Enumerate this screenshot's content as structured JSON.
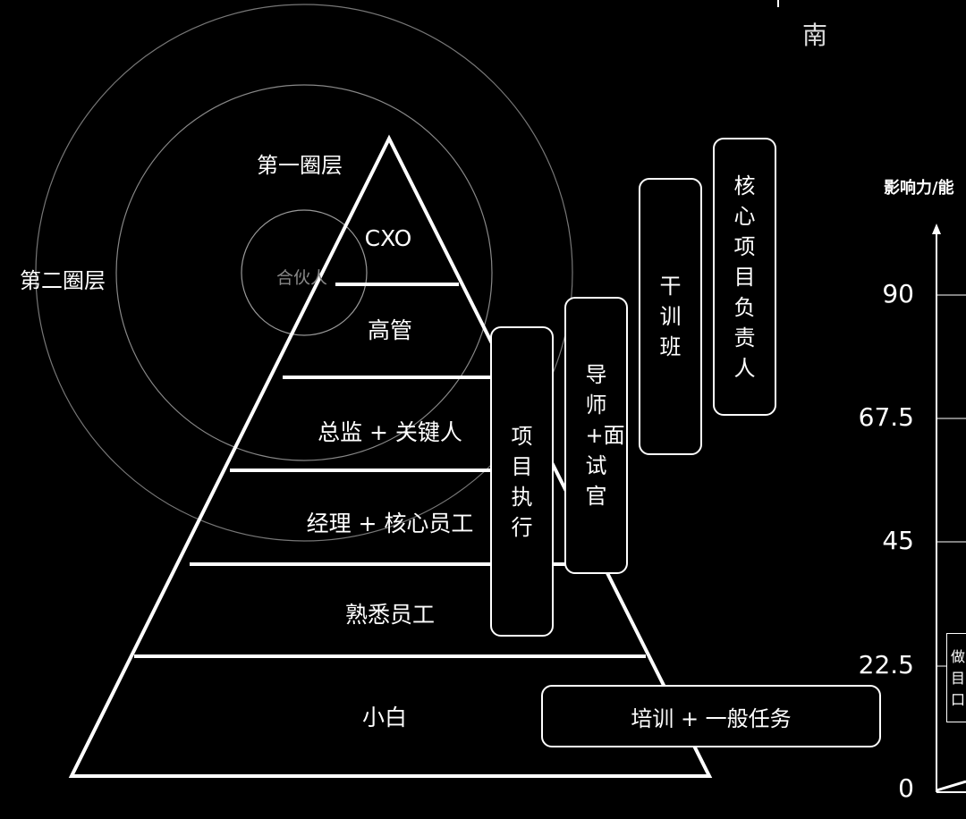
{
  "top_label": "南",
  "circles": {
    "outer": "第二圈层",
    "middle": "第一圈层",
    "inner": "合伙人"
  },
  "pyramid_levels": [
    "CXO",
    "高管",
    "总监 + 关键人",
    "经理 + 核心员工",
    "熟悉员工",
    "小白"
  ],
  "programs": {
    "project_exec": "项目执行",
    "mentor": "导师+面试官",
    "cadre": "干训班",
    "core_lead": "核心项目负责人",
    "training": "培训 + 一般任务"
  },
  "axis": {
    "label": "影响力/能",
    "ticks": [
      "90",
      "67.5",
      "45",
      "22.5",
      "0"
    ],
    "side_box": "做目口"
  }
}
